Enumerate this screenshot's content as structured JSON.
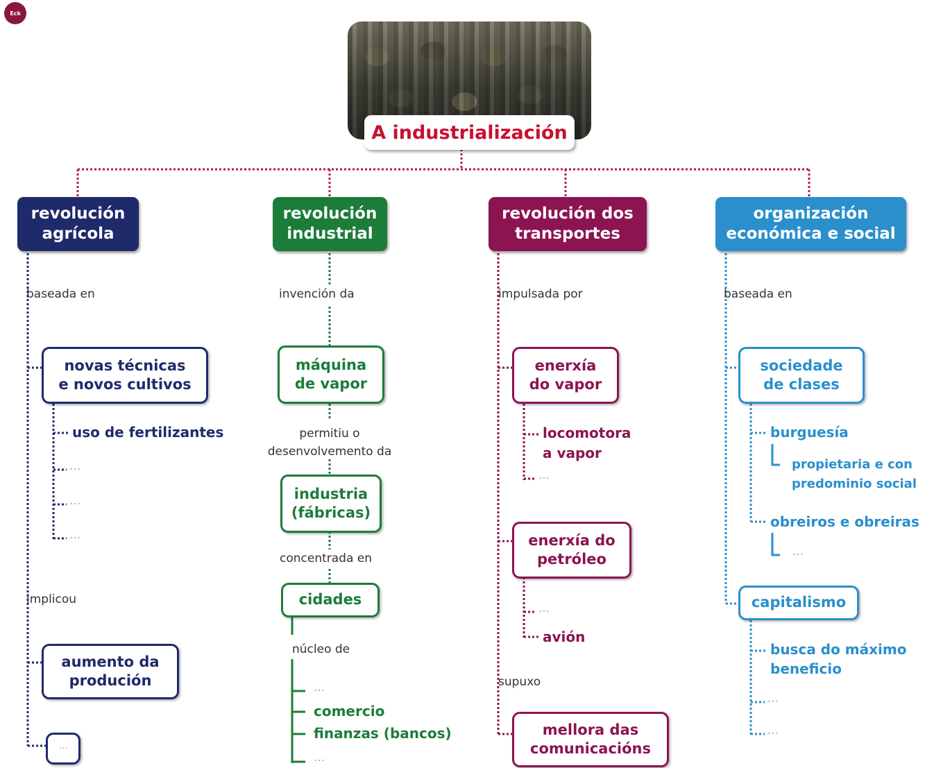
{
  "badge": "Eck",
  "title": "A industrialización",
  "colors": {
    "title": "#c8102e",
    "connector": "#b21f3a",
    "agricultural": "#1f2a6b",
    "industrial": "#1c7c3a",
    "transport": "#8c1450",
    "social": "#2a8fcc"
  },
  "col1": {
    "header": [
      "revolución",
      "agrícola"
    ],
    "link1": "baseada en",
    "box1": [
      "novas técnicas",
      "e novos cultivos"
    ],
    "item1": "uso de fertilizantes",
    "dots": [
      "···",
      "···",
      "···"
    ],
    "link2": "implicou",
    "box2": [
      "aumento da",
      "produción"
    ],
    "box3": "···"
  },
  "col2": {
    "header": [
      "revolución",
      "industrial"
    ],
    "link1": "invención da",
    "box1": [
      "máquina",
      "de vapor"
    ],
    "link2": [
      "permitiu o",
      "desenvolvemento da"
    ],
    "box2": [
      "industria",
      "(fábricas)"
    ],
    "link3": "concentrada en",
    "box3": "cidades",
    "link4": "núcleo de",
    "dot1": "···",
    "item1": "comercio",
    "item2": "finanzas (bancos)",
    "dot2": "···"
  },
  "col3": {
    "header": [
      "revolución dos",
      "transportes"
    ],
    "link1": "impulsada por",
    "box1": [
      "enerxía",
      "do vapor"
    ],
    "item1": [
      "locomotora",
      "a vapor"
    ],
    "dot1": "···",
    "box2": [
      "enerxía do",
      "petróleo"
    ],
    "dot2": "···",
    "item2": "avión",
    "link2": "supuxo",
    "box3": [
      "mellora das",
      "comunicacións"
    ]
  },
  "col4": {
    "header": [
      "organización",
      "económica e social"
    ],
    "link1": "baseada en",
    "box1": [
      "sociedade",
      "de clases"
    ],
    "item1": "burguesía",
    "sub1": [
      "propietaria e con",
      "predominio social"
    ],
    "item2": "obreiros e obreiras",
    "dot1": "···",
    "box2": "capitalismo",
    "item3": [
      "busca do máximo",
      "beneficio"
    ],
    "dots": [
      "···",
      "···"
    ]
  }
}
